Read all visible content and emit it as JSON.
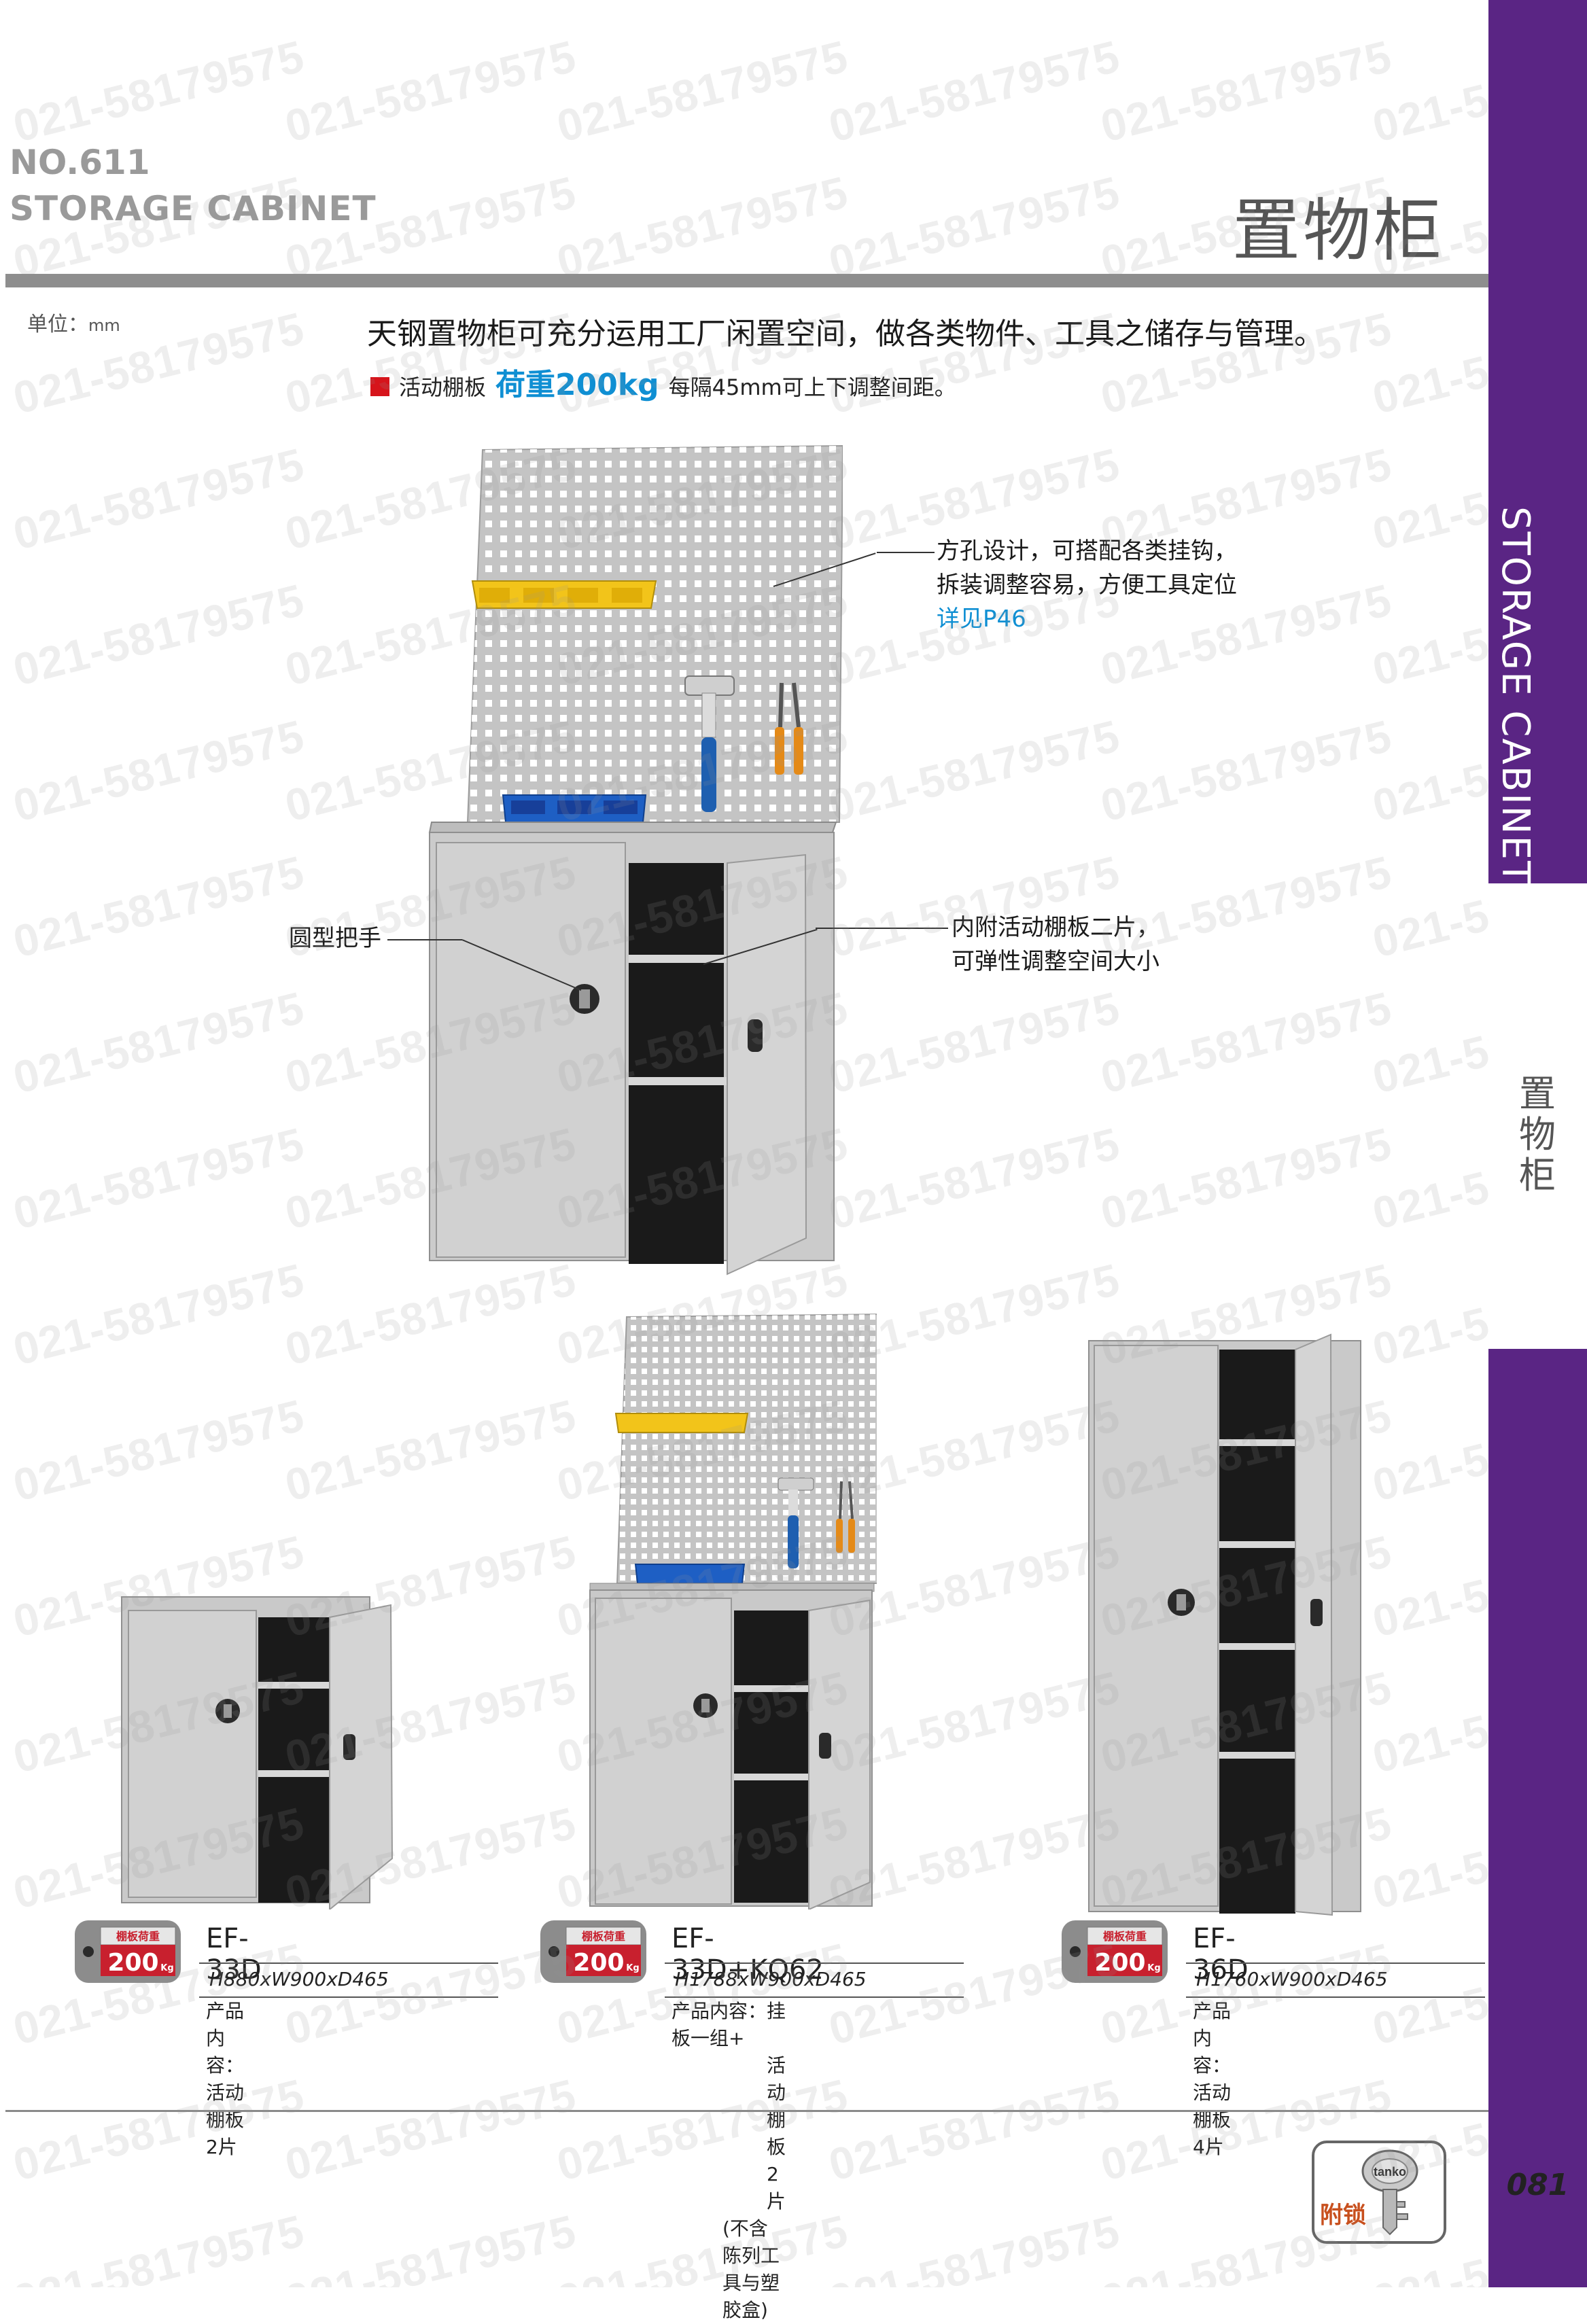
{
  "header": {
    "no": "NO.611",
    "subtitle": "STORAGE CABINET",
    "title": "置物柜"
  },
  "unit": {
    "label": "单位：",
    "value": "mm"
  },
  "description": {
    "line1": "天钢置物柜可充分运用工厂闲置空间，做各类物件、工具之储存与管理。",
    "shelf": "活动棚板",
    "load": "荷重200kg",
    "rest": "每隔45mm可上下调整间距。"
  },
  "side": {
    "label": "STORAGE CABINET",
    "cn": "置物柜"
  },
  "callouts": {
    "pegboard_1": "方孔设计，可搭配各类挂钩，",
    "pegboard_2": "拆装调整容易，方便工具定位",
    "pegboard_link": "详见P46",
    "handle": "圆型把手",
    "shelf_1": "内附活动棚板二片，",
    "shelf_2": "可弹性调整空间大小"
  },
  "products": [
    {
      "badge_top": "棚板荷重",
      "badge_value": "200",
      "badge_unit": "Kg",
      "model": "EF-33D",
      "dims": "H880xW900xD465",
      "content": [
        "产品内容：活动棚板2片"
      ]
    },
    {
      "badge_top": "棚板荷重",
      "badge_value": "200",
      "badge_unit": "Kg",
      "model": "EF-33D+KQ62",
      "dims": "H1788xW900xD465",
      "content": [
        "产品内容：挂板一组+",
        "活动棚板2片",
        "(不含陈列工具与塑胶盒)"
      ]
    },
    {
      "badge_top": "棚板荷重",
      "badge_value": "200",
      "badge_unit": "Kg",
      "model": "EF-36D",
      "dims": "H1760xW900xD465",
      "content": [
        "产品内容：活动棚板4片"
      ]
    }
  ],
  "footer": {
    "lock_label": "附锁",
    "key_brand": "tanko",
    "page": "081"
  },
  "watermark": "021-58179575",
  "colors": {
    "side_purple": "#5a2584",
    "accent_blue": "#0f8fd3",
    "accent_red": "#d6141b",
    "badge_red": "#c8202e",
    "cabinet_gray": "#c9c9c9"
  }
}
